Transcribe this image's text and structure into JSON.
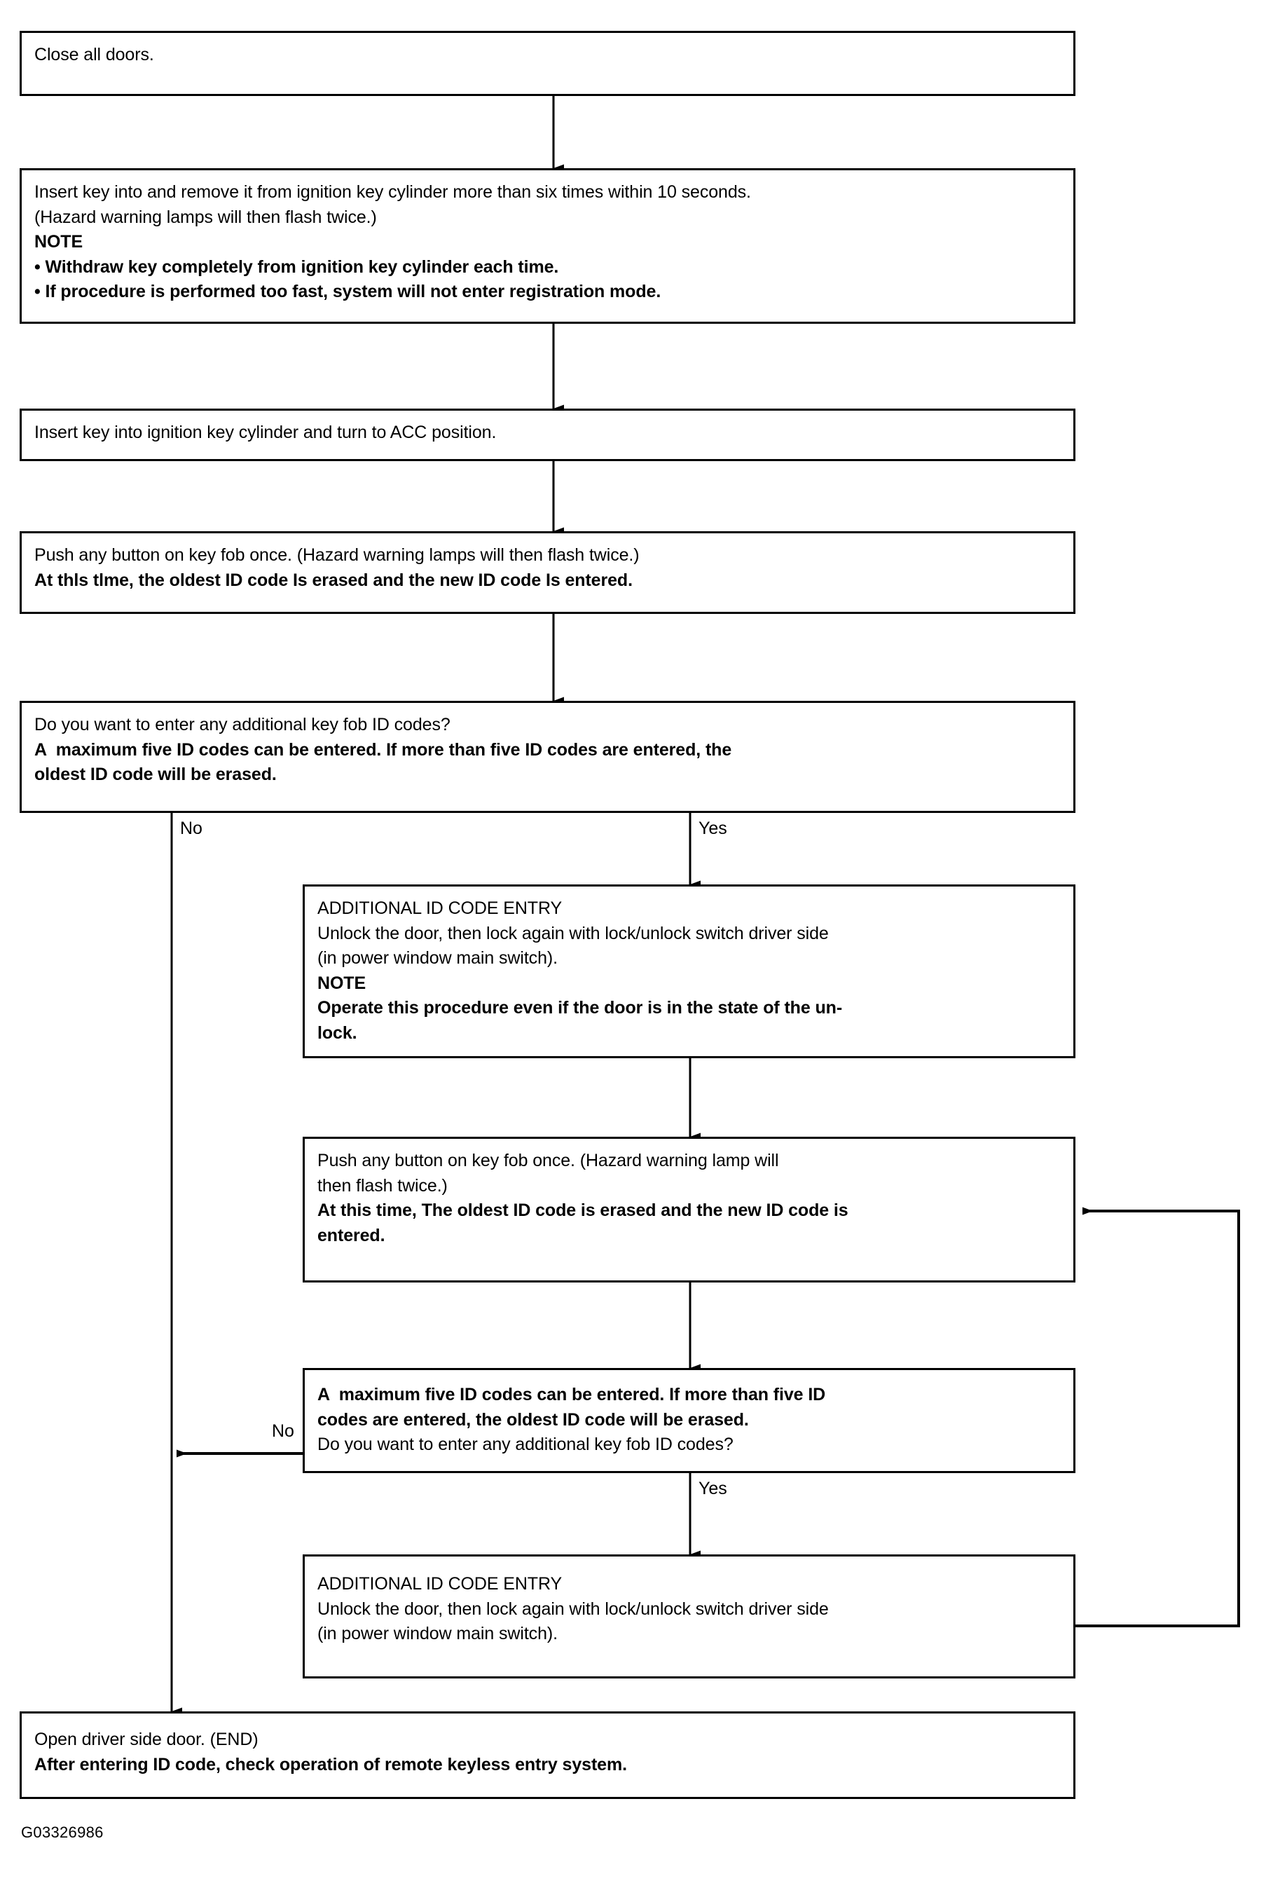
{
  "diagram": {
    "figure_code": "G03326986",
    "title": "Key fob ID code registration procedure flowchart",
    "nodes": [
      {
        "id": "close-doors",
        "lines": [
          {
            "text": "Close all doors.",
            "bold": false
          }
        ]
      },
      {
        "id": "insert-remove-key",
        "lines": [
          {
            "text": "Insert key into and remove it from ignition key cylinder more than six times within 10 seconds.",
            "bold": false
          },
          {
            "text": "(Hazard warning lamps will then flash twice.)",
            "bold": false
          },
          {
            "text": "NOTE",
            "bold": true
          },
          {
            "text": "• Withdraw key completely from ignition key cylinder each time.",
            "bold": true
          },
          {
            "text": "• If procedure is performed too fast, system will not enter registration mode.",
            "bold": true
          }
        ]
      },
      {
        "id": "turn-acc",
        "lines": [
          {
            "text": "Insert key into ignition key cylinder and turn to ACC position.",
            "bold": false
          }
        ]
      },
      {
        "id": "push-button-1",
        "lines": [
          {
            "text": "Push any button on key fob once. (Hazard warning lamps will then flash twice.)",
            "bold": false
          },
          {
            "text": "At thls tlme, the oldest ID code Is erased and the new ID code Is entered.",
            "bold": true
          }
        ]
      },
      {
        "id": "decision-1",
        "lines": [
          {
            "text": "Do you want to enter any additional key fob ID codes?",
            "bold": false
          },
          {
            "text": "A  maximum five ID codes can be entered. If more than five ID codes are entered, the",
            "bold": true
          },
          {
            "text": "oldest ID code will be erased.",
            "bold": true
          }
        ]
      },
      {
        "id": "additional-entry-1",
        "lines": [
          {
            "text": "ADDITIONAL ID CODE ENTRY",
            "bold": false
          },
          {
            "text": "Unlock the door, then lock again with lock/unlock switch driver side",
            "bold": false
          },
          {
            "text": "(in power window main switch).",
            "bold": false
          },
          {
            "text": "NOTE",
            "bold": true
          },
          {
            "text": "Operate this procedure even if the door is in the state of the un-",
            "bold": true
          },
          {
            "text": "lock.",
            "bold": true
          }
        ]
      },
      {
        "id": "push-button-2",
        "lines": [
          {
            "text": "Push any button on key fob once. (Hazard warning lamp will",
            "bold": false
          },
          {
            "text": "then flash twice.)",
            "bold": false
          },
          {
            "text": "At this time, The oldest ID code is erased and the new ID code is",
            "bold": true
          },
          {
            "text": "entered.",
            "bold": true
          }
        ]
      },
      {
        "id": "decision-2",
        "lines": [
          {
            "text": "A  maximum five ID codes can be entered. If more than five ID",
            "bold": true
          },
          {
            "text": "codes are entered, the oldest ID code will be erased.",
            "bold": true
          },
          {
            "text": "Do you want to enter any additional key fob ID codes?",
            "bold": false
          }
        ]
      },
      {
        "id": "additional-entry-2",
        "lines": [
          {
            "text": "ADDITIONAL ID CODE ENTRY",
            "bold": false
          },
          {
            "text": "Unlock the door, then lock again with lock/unlock switch driver side",
            "bold": false
          },
          {
            "text": "(in power window main switch).",
            "bold": false
          }
        ]
      },
      {
        "id": "open-door-end",
        "lines": [
          {
            "text": "Open driver side door. (END)",
            "bold": false
          },
          {
            "text": "After entering ID code, check operation of remote keyless entry system.",
            "bold": true
          }
        ]
      }
    ],
    "branch_labels": {
      "decision1_no": "No",
      "decision1_yes": "Yes",
      "decision2_no": "No",
      "decision2_yes": "Yes"
    },
    "colors": {
      "stroke": "#000000",
      "fill": "#ffffff",
      "text": "#000000"
    }
  }
}
